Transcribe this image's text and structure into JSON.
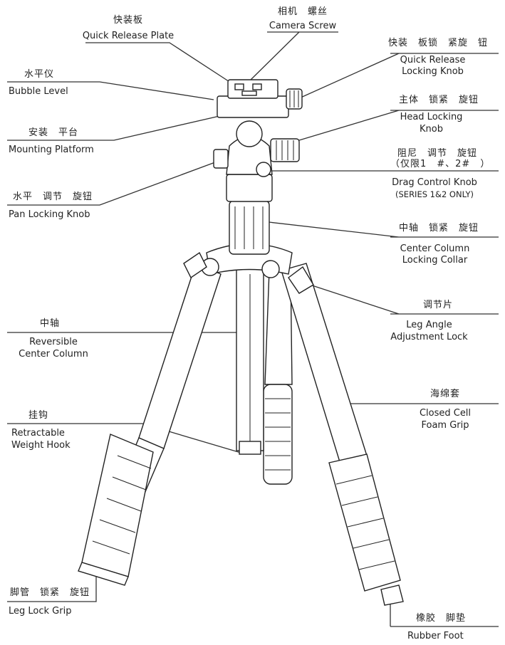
{
  "labels": {
    "quick_release_plate": {
      "zh": "快装板",
      "en": "Quick Release Plate"
    },
    "camera_screw": {
      "zh": "相机　螺丝",
      "en": "Camera Screw"
    },
    "qr_locking_knob": {
      "zh": "快装　板锁　紧旋　钮",
      "en1": "Quick Release",
      "en2": "Locking Knob"
    },
    "bubble_level": {
      "zh": "水平仪",
      "en": "Bubble Level"
    },
    "head_locking_knob": {
      "zh": "主体　锁紧　旋钮",
      "en1": "Head Locking",
      "en2": "Knob"
    },
    "mounting_platform": {
      "zh": "安装　平台",
      "en": "Mounting Platform"
    },
    "drag_control_knob": {
      "zh1": "阻尼　调节　旋钮",
      "zh2": "（仅限1　#、2#　）",
      "en1": "Drag Control Knob",
      "en2": "(SERIES 1&2 ONLY)"
    },
    "pan_locking_knob": {
      "zh": "水平　调节　旋钮",
      "en": "Pan Locking Knob"
    },
    "center_column_locking_collar": {
      "zh": "中轴　锁紧　旋钮",
      "en1": "Center Column",
      "en2": "Locking Collar"
    },
    "leg_angle_adjustment_lock": {
      "zh": "调节片",
      "en1": "Leg Angle",
      "en2": "Adjustment Lock"
    },
    "reversible_center_column": {
      "zh": "中轴",
      "en1": "Reversible",
      "en2": "Center Column"
    },
    "closed_cell_foam_grip": {
      "zh": "海绵套",
      "en1": "Closed Cell",
      "en2": "Foam Grip"
    },
    "retractable_weight_hook": {
      "zh": "挂钩",
      "en1": "Retractable",
      "en2": "Weight Hook"
    },
    "leg_lock_grip": {
      "zh": "脚管　锁紧　旋钮",
      "en": "Leg Lock Grip"
    },
    "rubber_foot": {
      "zh": "橡胶　脚垫",
      "en": "Rubber Foot"
    }
  }
}
